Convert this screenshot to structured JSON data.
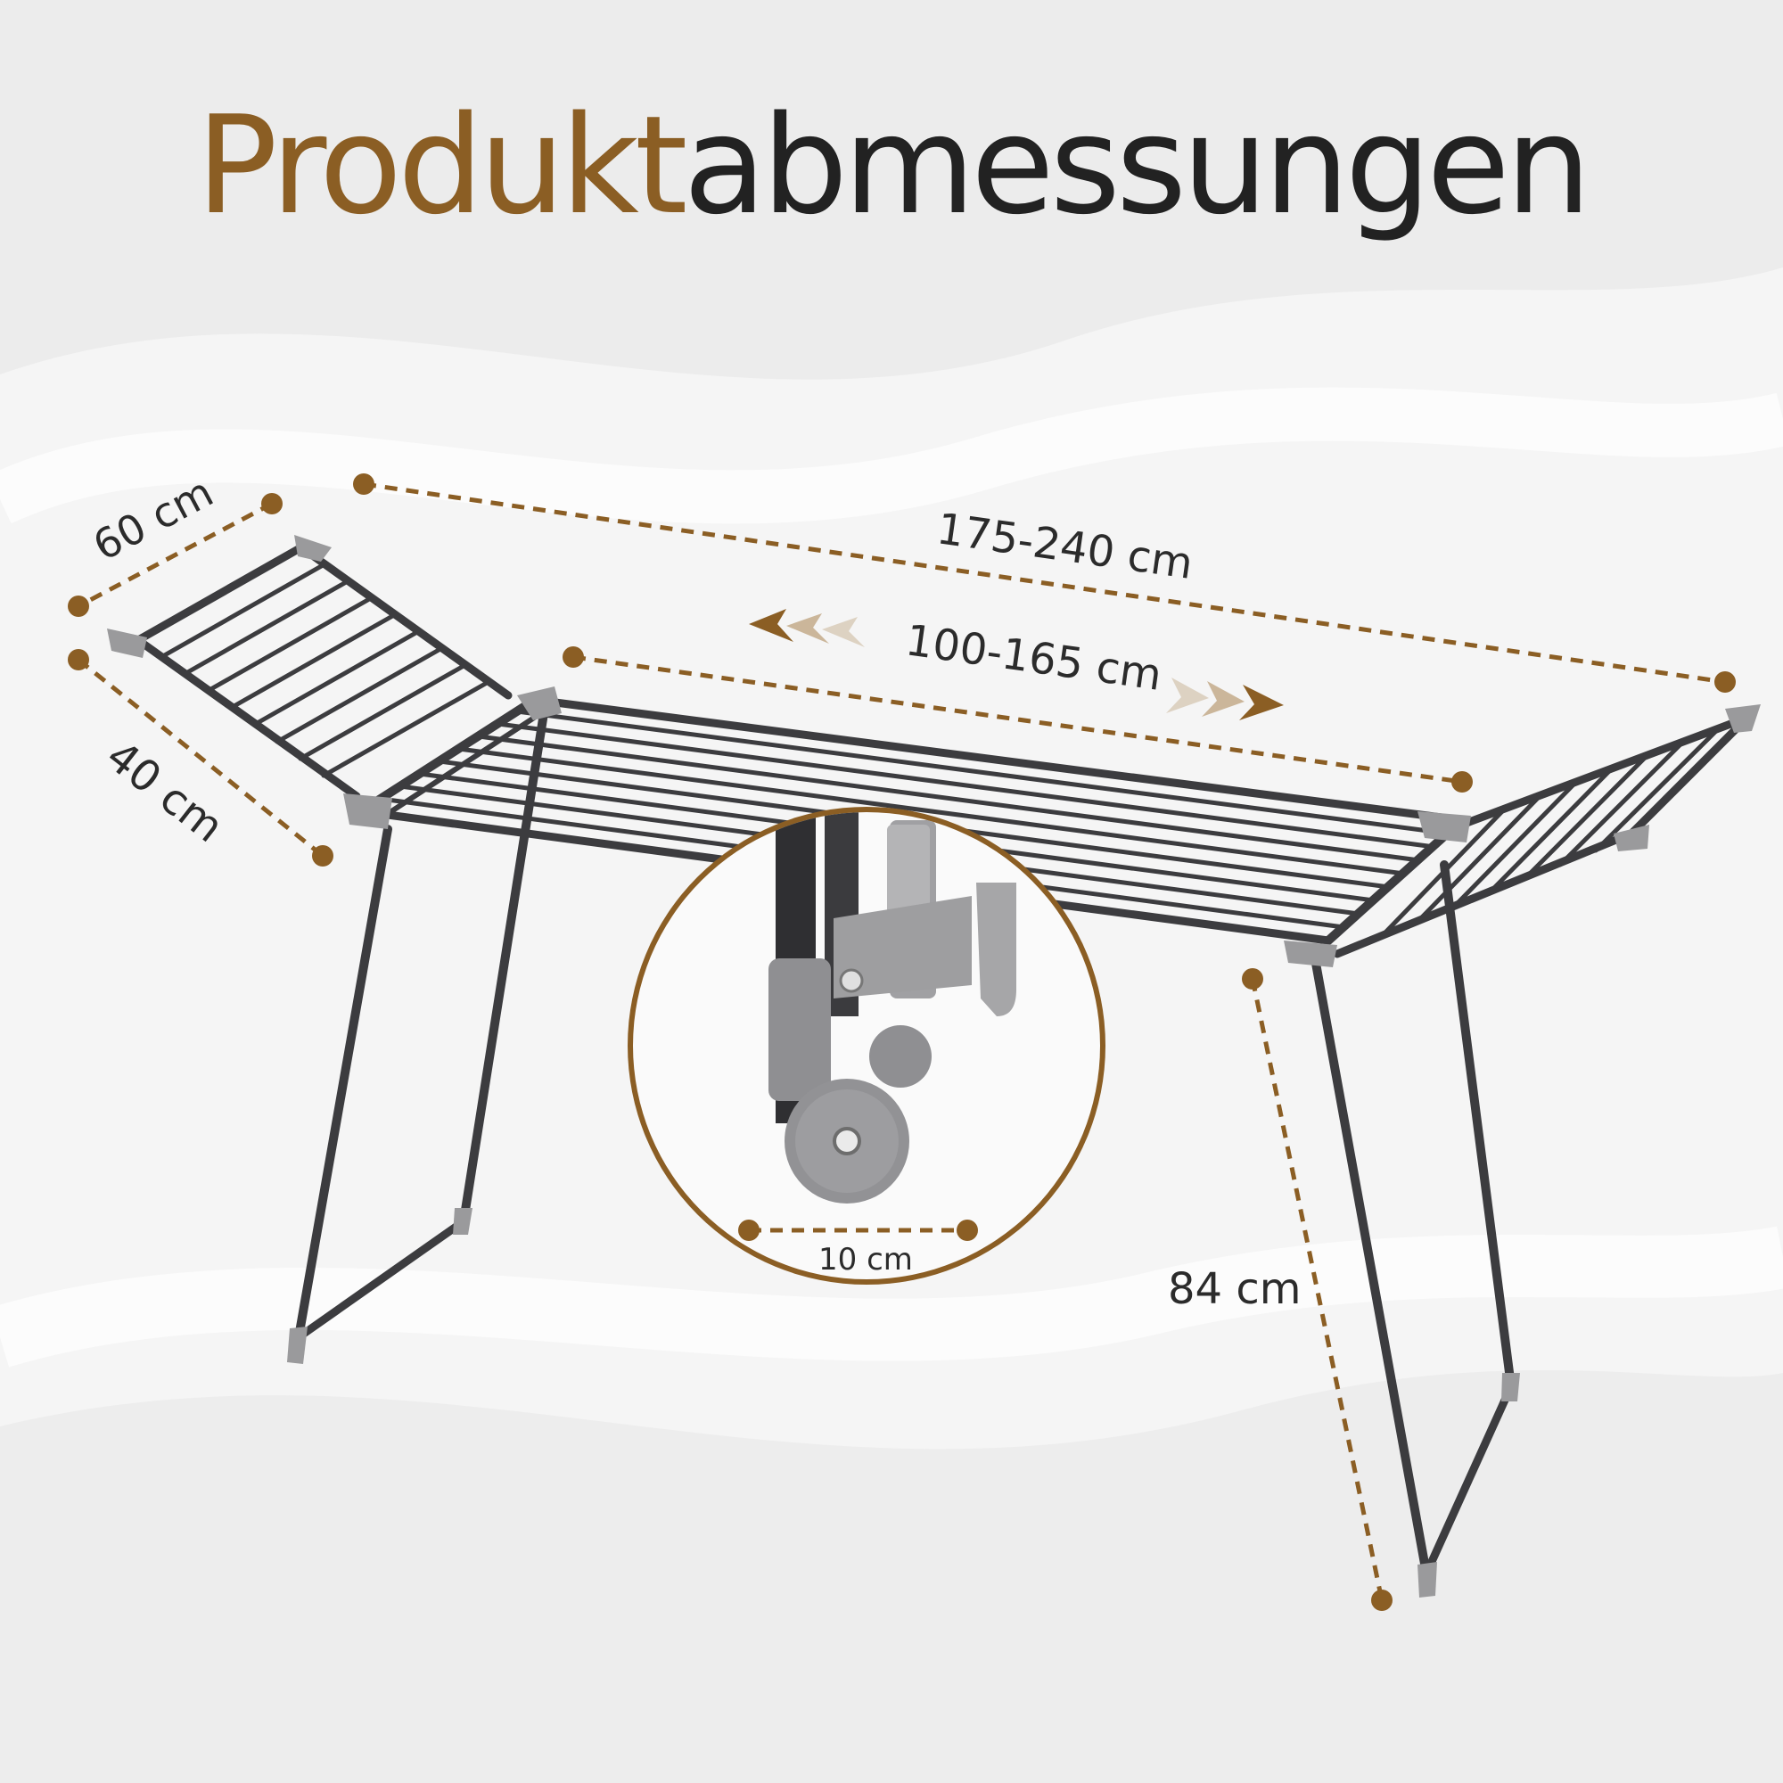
{
  "title": {
    "part1": "Produkt",
    "part2": "abmessungen"
  },
  "dimensions": {
    "total_length": "175-240 cm",
    "center_length": "100-165 cm",
    "wing_width": "60 cm",
    "depth": "40 cm",
    "height": "84 cm",
    "wheel": "10 cm"
  },
  "colors": {
    "accent": "#8b5e24",
    "text": "#2b2b2b",
    "frame": "#3c3c3f",
    "joints": "#9a9a9c",
    "background": "#f4f4f4"
  },
  "icons": {
    "expand_left": "triple-chevron-left",
    "expand_right": "triple-chevron-right",
    "zoom_detail": "wheel-closeup"
  }
}
